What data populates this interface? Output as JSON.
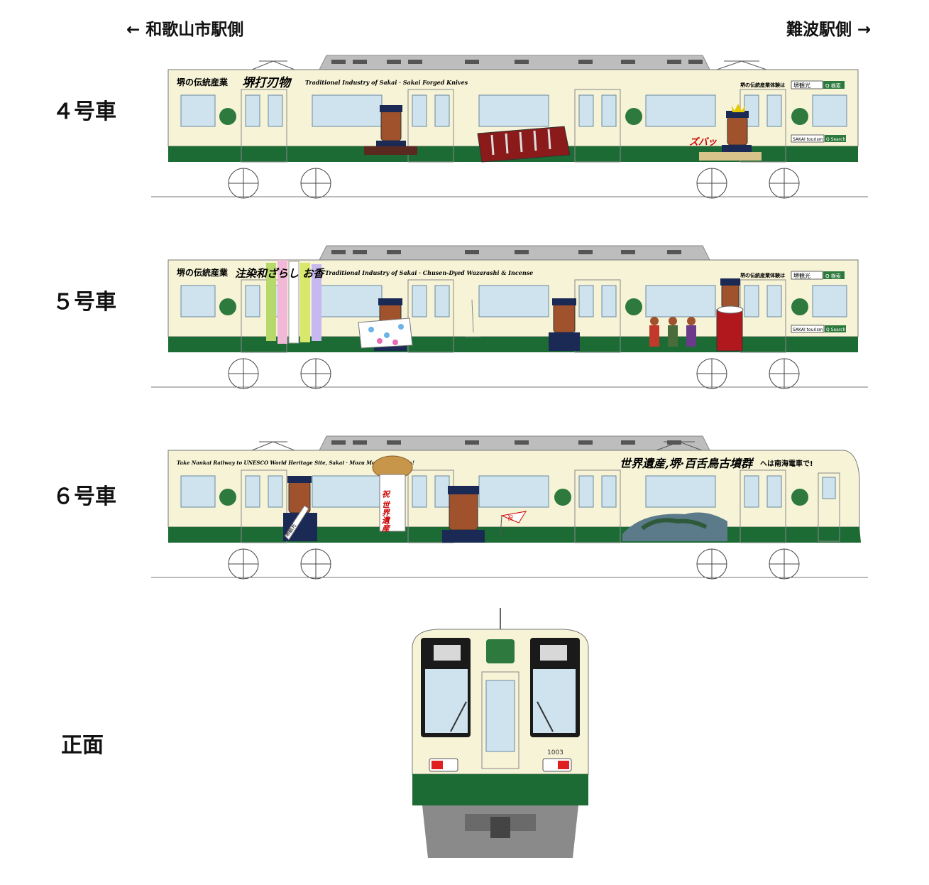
{
  "directions": {
    "left": "← 和歌山市駅側",
    "right": "難波駅側 →"
  },
  "cars": [
    {
      "label": "４号車",
      "header_jp": "堺の伝統産業",
      "header_script": "堺打刃物",
      "header_en": "Traditional Industry of Sakai · Sakai Forged Knives",
      "search_text": "堺の伝統産業体験は",
      "search_box": "堺観光",
      "search_btn": "Q 検索",
      "tourism_box": "SAKAI tourism",
      "tourism_btn": "Q Search",
      "sfx": "ズバッ"
    },
    {
      "label": "５号車",
      "header_jp": "堺の伝統産業",
      "header_script": "注染和ざらし お香",
      "header_en": "Traditional Industry of Sakai · Chusen-Dyed Wazarashi & Incense",
      "search_text": "堺の伝統産業体験は",
      "search_box": "堺観光",
      "search_btn": "Q 検索",
      "tourism_box": "SAKAI tourism",
      "tourism_btn": "Q Search"
    },
    {
      "label": "６号車",
      "header_en": "Take Nankai Railway to UNESCO World Heritage Site, Sakai · Mozu Mounded Tombs!",
      "slogan_main": "世界遺産,堺·百舌鳥古墳群",
      "slogan_suffix": "へは南海電車で!",
      "banner": "祝 世界遺産",
      "sash": "堺観光",
      "flag": "祝"
    },
    {
      "label": "正面",
      "car_number": "1003"
    }
  ],
  "colors": {
    "body_cream": "#f6f3d6",
    "stripe_green": "#1d6b34",
    "roof_gray": "#b5b5b5",
    "window_blue": "#cfe3ef"
  }
}
